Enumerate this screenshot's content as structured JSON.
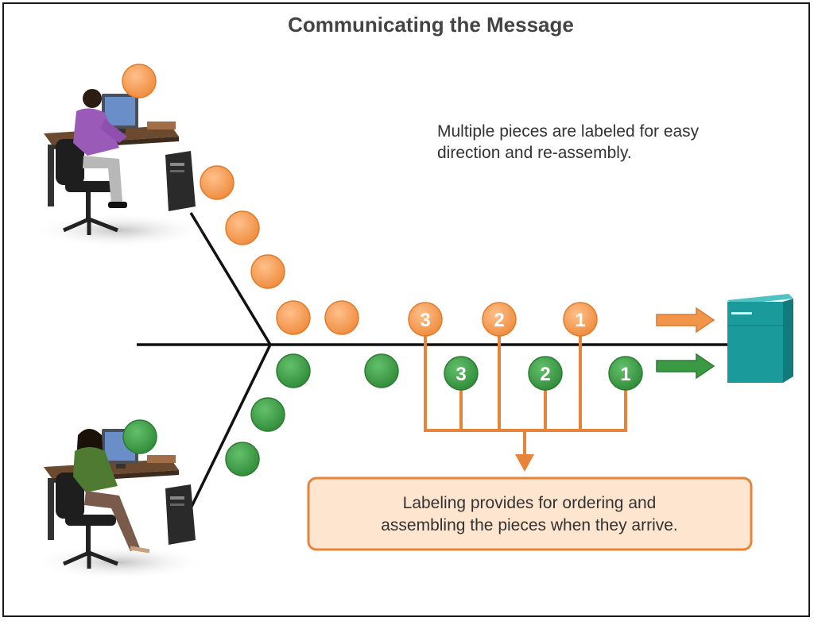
{
  "title": "Communicating the Message",
  "note": {
    "line1": "Multiple pieces are labeled for easy",
    "line2": "direction and re-assembly."
  },
  "callout": {
    "line1": "Labeling provides for ordering and",
    "line2": "assembling the pieces when they arrive."
  },
  "colors": {
    "orange": "#f0954a",
    "orange_stroke": "#e07b2a",
    "green": "#3a9a44",
    "green_stroke": "#2c7a33",
    "bracket": "#e8833a",
    "callout_fill": "#fde5cf",
    "server": "#1a9a9a"
  },
  "packet_labels": {
    "orange": [
      "3",
      "2",
      "1"
    ],
    "green": [
      "3",
      "2",
      "1"
    ]
  },
  "icons": [
    "man-at-computer-icon",
    "woman-at-computer-icon",
    "server-icon",
    "arrow-right-icon"
  ]
}
